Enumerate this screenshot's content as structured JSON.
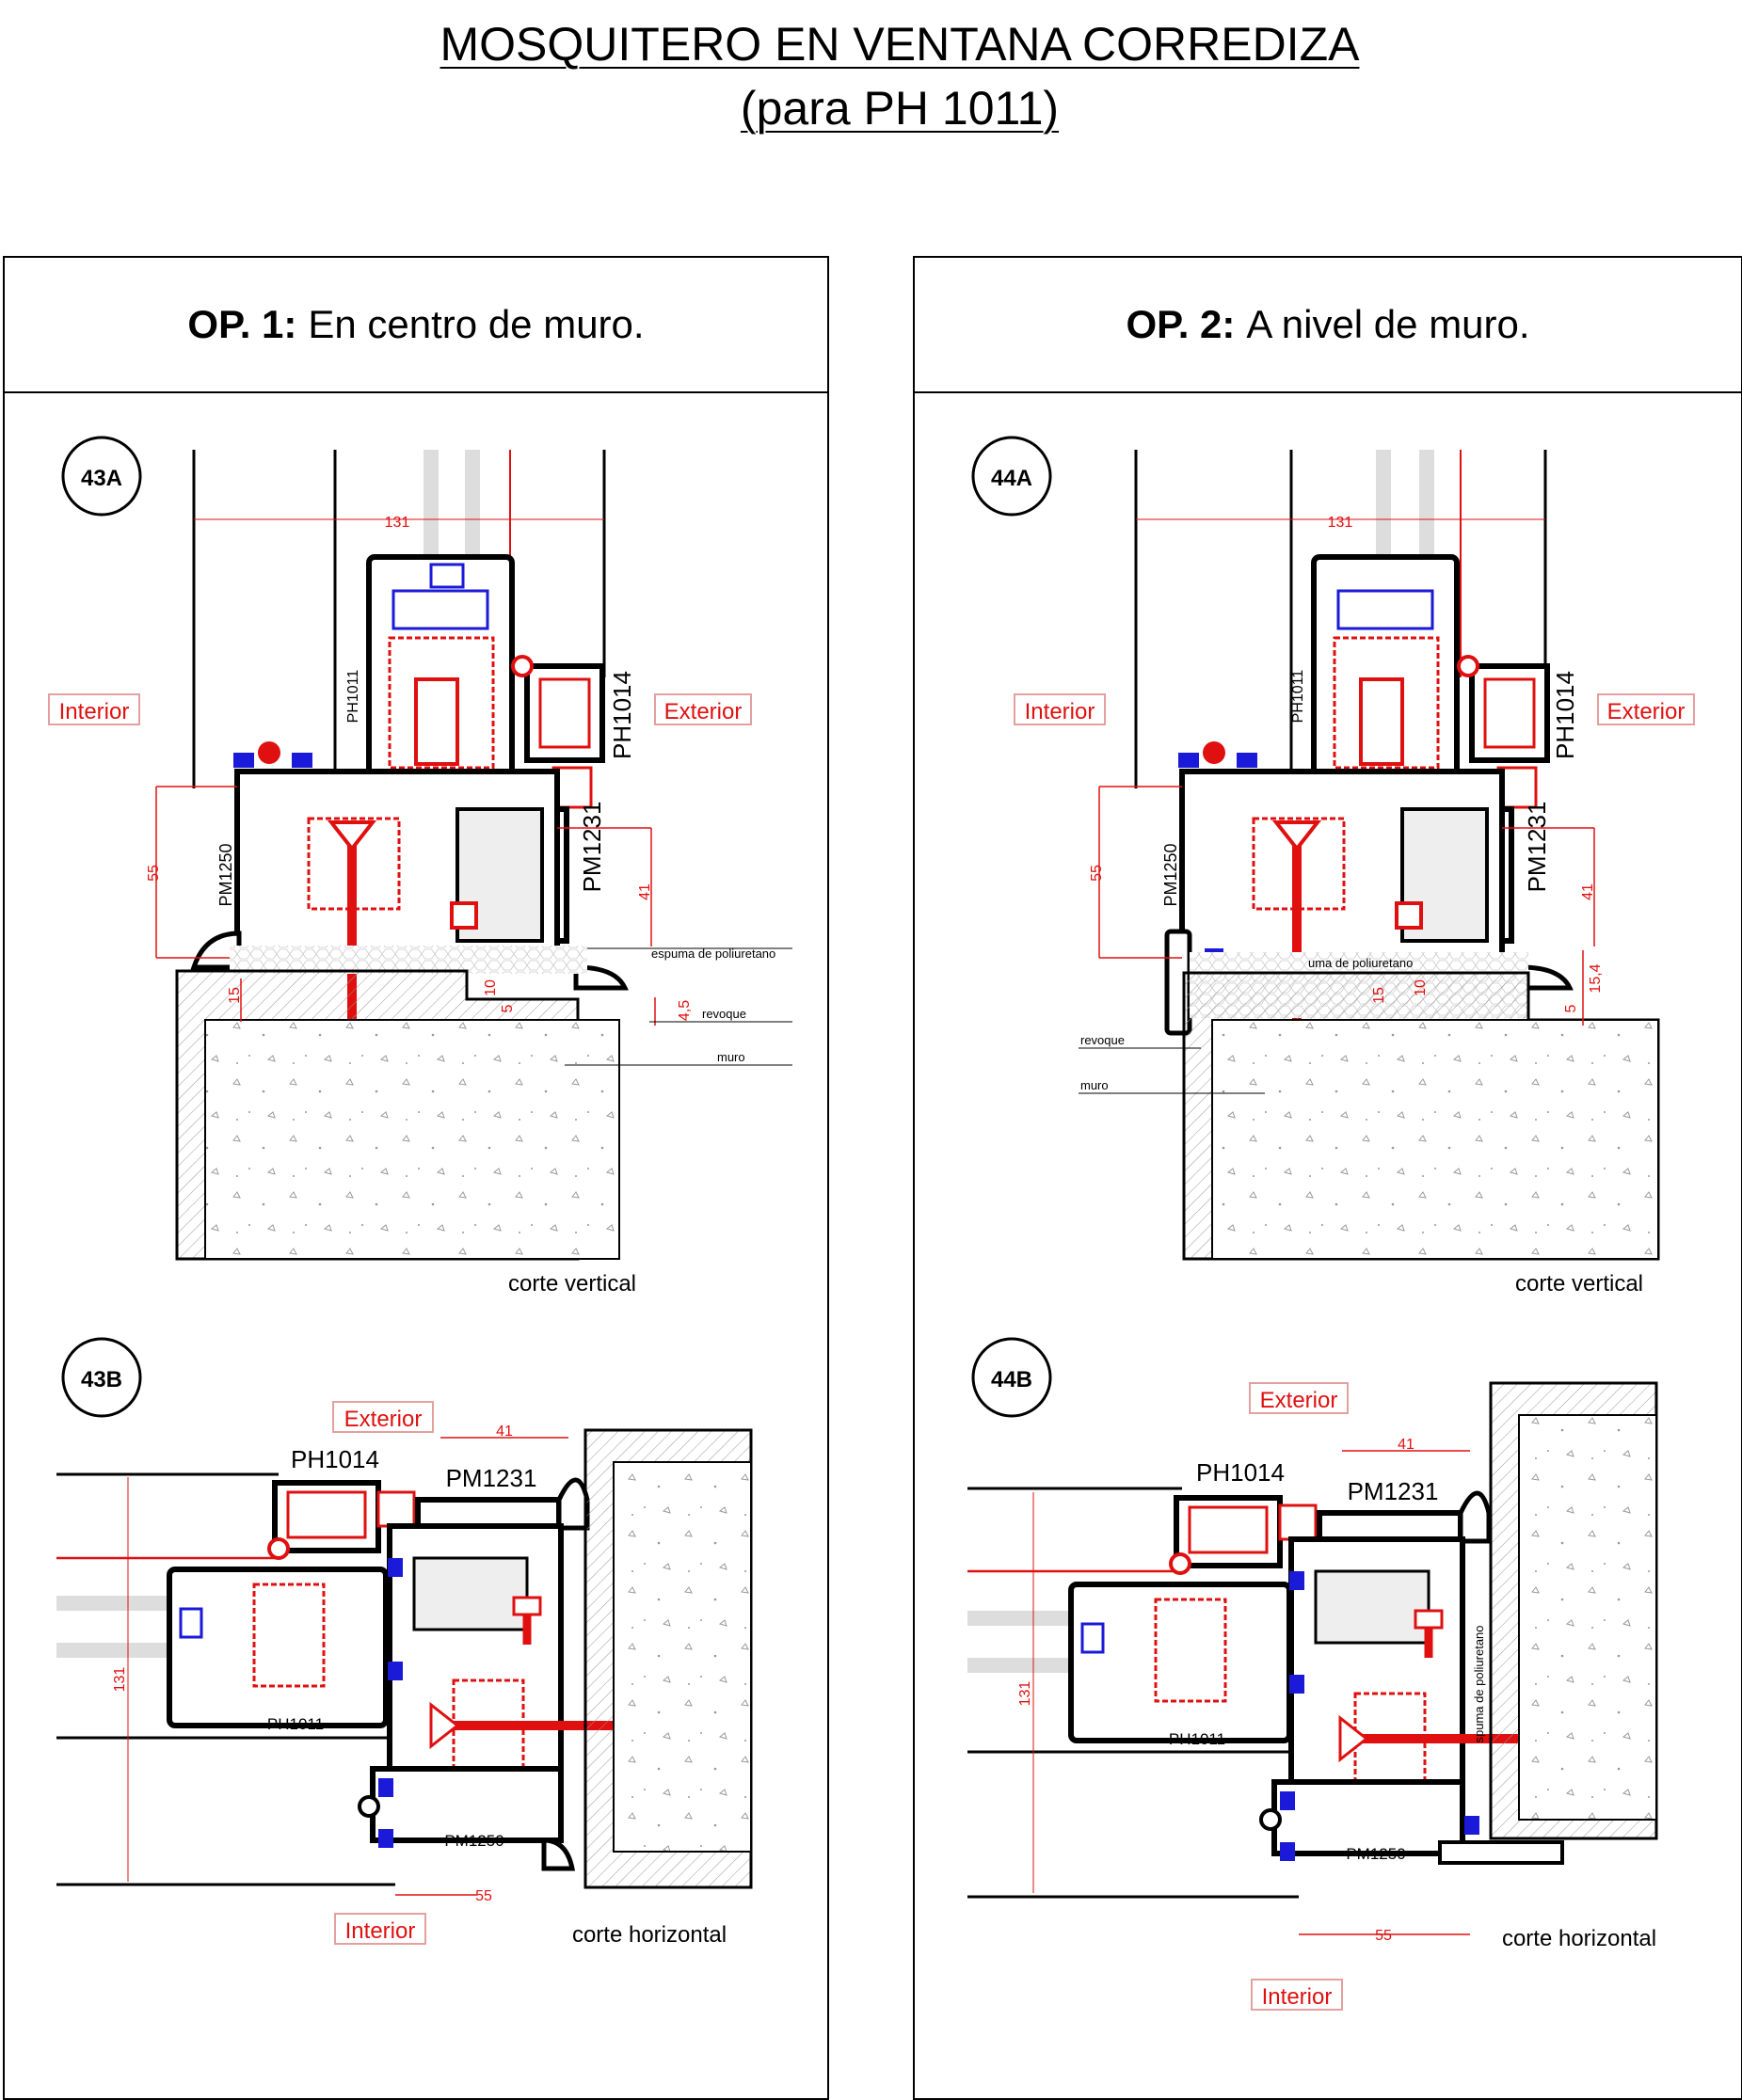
{
  "title": {
    "line1": "MOSQUITERO EN VENTANA CORREDIZA",
    "line2": "(para PH 1011)"
  },
  "panels": [
    {
      "heading_bold": "OP. 1:",
      "heading_text": "En centro de muro.",
      "vertical": {
        "tag": "43A",
        "caption": "corte vertical"
      },
      "horizontal": {
        "tag": "43B",
        "caption": "corte horizontal"
      }
    },
    {
      "heading_bold": "OP. 2:",
      "heading_text": "A nivel de muro.",
      "vertical": {
        "tag": "44A",
        "caption": "corte vertical"
      },
      "horizontal": {
        "tag": "44B",
        "caption": "corte horizontal"
      }
    }
  ],
  "labels": {
    "interior": "Interior",
    "exterior": "Exterior",
    "ph1011": "PH1011",
    "ph1014": "PH1014",
    "pm1231": "PM1231",
    "pm1250": "PM1250",
    "espuma": "espuma de poliuretano",
    "espuma_cut": "uma de poliuretano",
    "espuma_vert": "spuma de poliuretano",
    "revoque": "revoque",
    "muro": "muro"
  },
  "dims": {
    "d131": "131",
    "d55": "55",
    "d41": "41",
    "d15": "15",
    "d10": "10",
    "d5": "5",
    "d4_5": "4,5",
    "d15_4": "15,4"
  },
  "colors": {
    "red": "#e01010",
    "blue": "#1a1ad8",
    "profile": "#000000",
    "wall_hatch": "#888888"
  }
}
